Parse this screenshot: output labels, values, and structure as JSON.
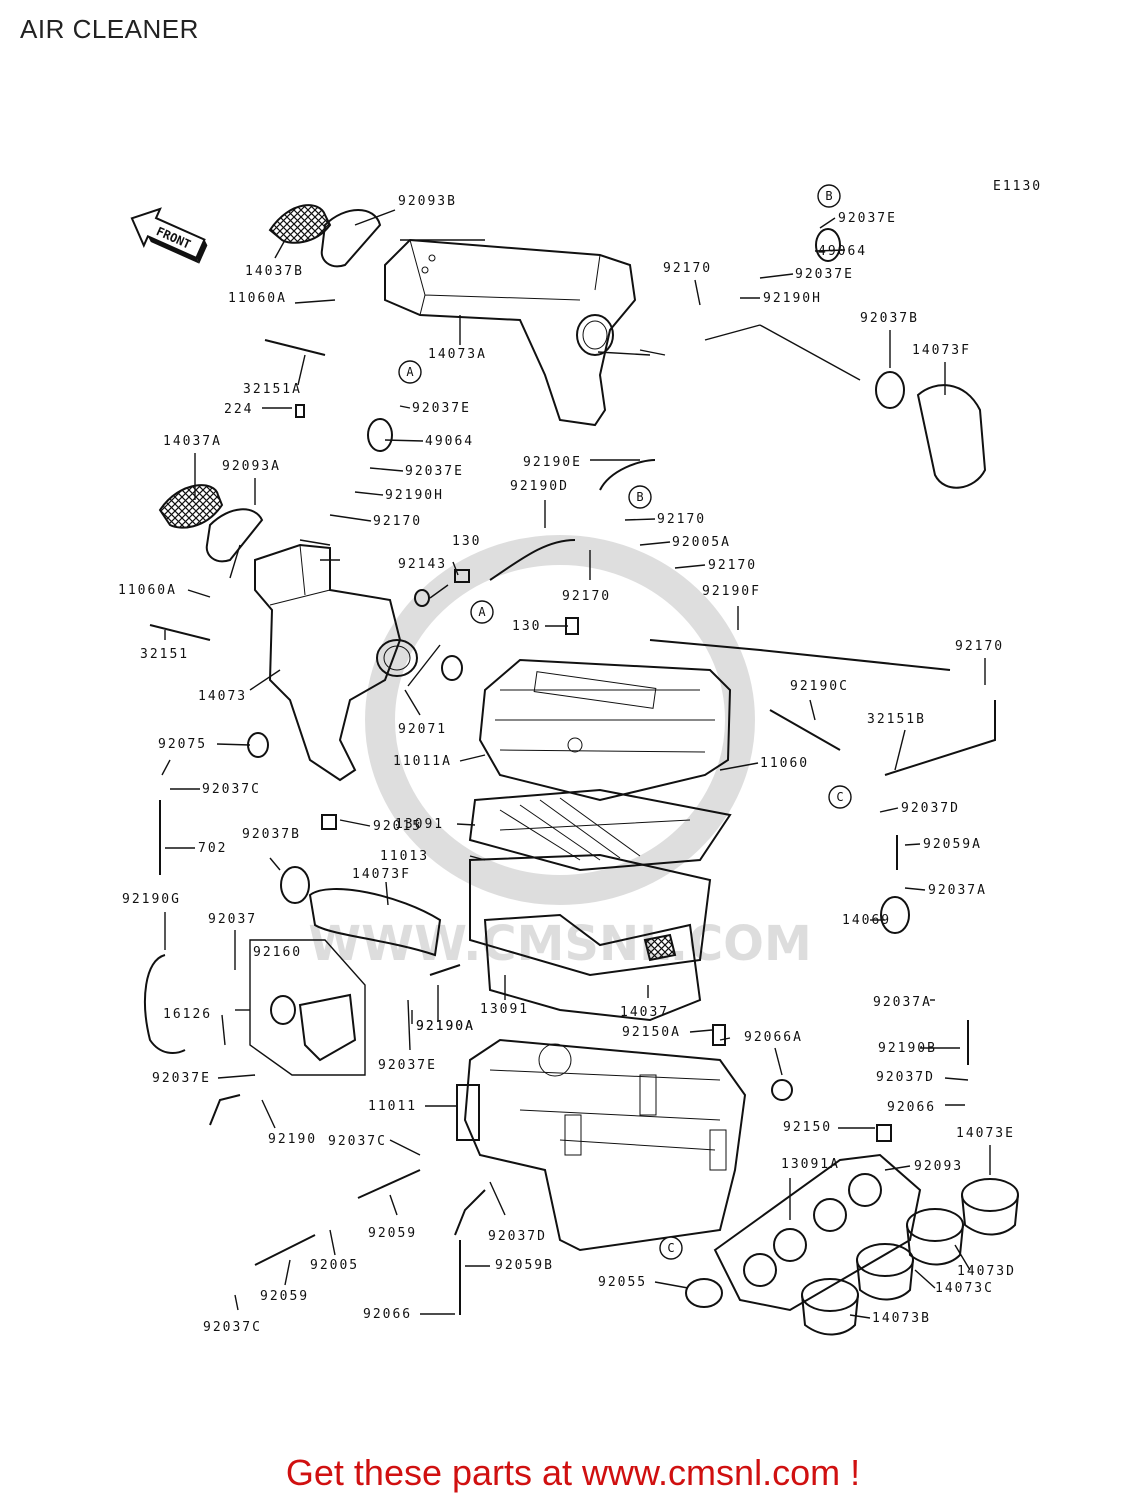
{
  "title": "AIR CLEANER",
  "diagram_code": "E1130",
  "front_label": "FRONT",
  "watermark": "WWW.CMSNL.COM",
  "callouts": [
    "A",
    "B",
    "C"
  ],
  "labels": [
    "92093B",
    "14037B",
    "11060A",
    "14073A",
    "32151A",
    "224",
    "92037E",
    "49064",
    "92037E",
    "92190H",
    "92170",
    "14037A",
    "92093A",
    "92143",
    "130",
    "11060A",
    "32151",
    "14073",
    "92071",
    "92075",
    "92037C",
    "702",
    "92015",
    "11011A",
    "13091",
    "11013",
    "92037B",
    "14073F",
    "92190G",
    "92037",
    "92160",
    "16126",
    "92037E",
    "92190A",
    "92190",
    "92037C",
    "92059",
    "92005",
    "92059",
    "92037C",
    "92190E",
    "92190D",
    "92170",
    "92005A",
    "92170",
    "92170",
    "92190F",
    "130",
    "92190C",
    "11060",
    "92170",
    "32151B",
    "92037D",
    "92059A",
    "92037A",
    "14069",
    "92037A",
    "14037",
    "13091",
    "92190A",
    "92037E",
    "92150A",
    "92066A",
    "11011",
    "92150",
    "92093",
    "13091A",
    "92037D",
    "92059B",
    "92055",
    "92066",
    "92190B",
    "92037D",
    "92066",
    "14073E",
    "14073D",
    "14073C",
    "14073B",
    "92170",
    "92037E",
    "49064",
    "92037E",
    "92190H",
    "92037B",
    "14073F"
  ],
  "footer_text": "Get these parts at www.cmsnl.com !",
  "footer_color": "#d01010"
}
